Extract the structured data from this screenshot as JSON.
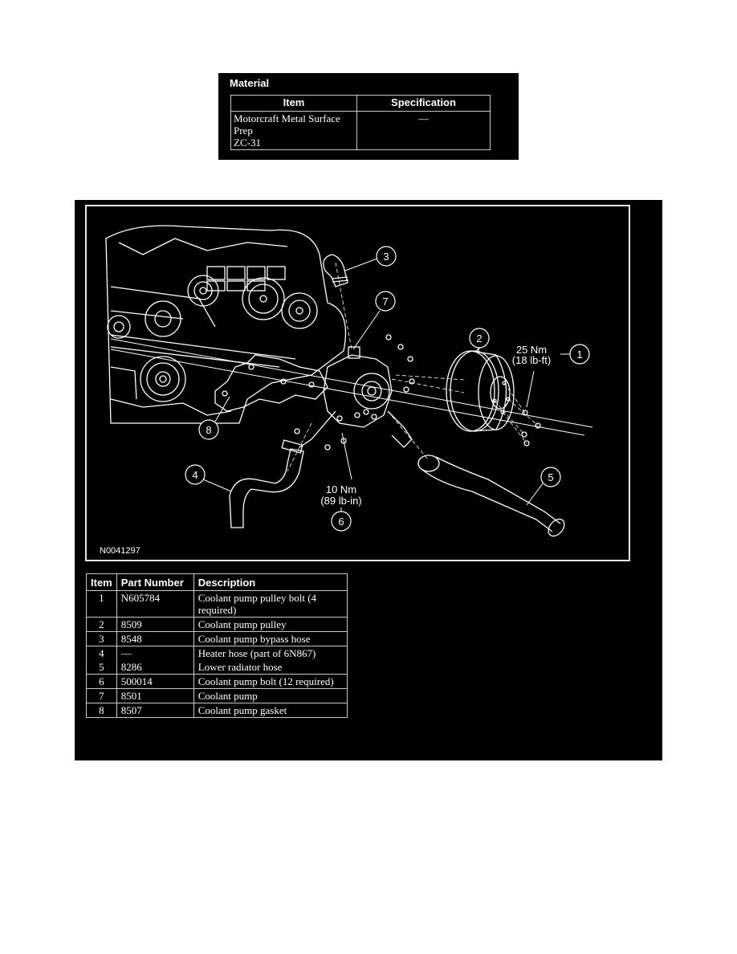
{
  "material": {
    "title": "Material",
    "headers": {
      "item": "Item",
      "specification": "Specification"
    },
    "rows": [
      {
        "item_lines": [
          "Motorcraft Metal Surface",
          "Prep",
          "ZC-31"
        ],
        "specification": "—"
      }
    ]
  },
  "diagram": {
    "figure_id": "N0041297",
    "callouts": [
      {
        "num": "1",
        "label": "Coolant pump pulley bolt"
      },
      {
        "num": "2",
        "label": "Coolant pump pulley"
      },
      {
        "num": "3",
        "label": "Coolant pump bypass hose"
      },
      {
        "num": "4",
        "label": "Heater hose"
      },
      {
        "num": "5",
        "label": "Lower radiator hose"
      },
      {
        "num": "6",
        "label": "Coolant pump bolt"
      },
      {
        "num": "7",
        "label": "Coolant pump"
      },
      {
        "num": "8",
        "label": "Coolant pump gasket"
      }
    ],
    "torque_1": {
      "metric": "25 Nm",
      "imperial": "(18 lb-ft)"
    },
    "torque_6": {
      "metric": "10 Nm",
      "imperial": "(89 lb-in)"
    }
  },
  "parts": {
    "headers": {
      "item": "Item",
      "part_number": "Part Number",
      "description": "Description"
    },
    "rows": [
      {
        "item": "1",
        "part_number": "N605784",
        "description": "Coolant pump pulley bolt (4 required)"
      },
      {
        "item": "2",
        "part_number": "8509",
        "description": "Coolant pump pulley"
      },
      {
        "item": "3",
        "part_number": "8548",
        "description": "Coolant pump bypass hose"
      },
      {
        "item": "4",
        "part_number": "—",
        "description": "Heater hose (part of 6N867)"
      },
      {
        "item": "5",
        "part_number": "8286",
        "description": "Lower radiator hose"
      },
      {
        "item": "6",
        "part_number": "500014",
        "description": "Coolant pump bolt (12 required)"
      },
      {
        "item": "7",
        "part_number": "8501",
        "description": "Coolant pump"
      },
      {
        "item": "8",
        "part_number": "8507",
        "description": "Coolant pump gasket"
      }
    ]
  }
}
